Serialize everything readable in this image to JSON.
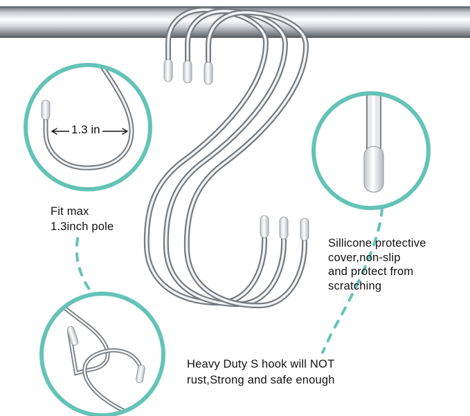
{
  "measurement": {
    "label": "1.3 in"
  },
  "captions": {
    "pole_fit": "Fit max\n1.3inch pole",
    "silicone_cover": "Sillicone protective\ncover,non-slip\nand protect from\nscratching",
    "heavy_duty": "Heavy Duty S hook will NOT\nrust,Strong and safe enough"
  },
  "colors": {
    "accent_teal": "#63c3b6",
    "steel_dark": "#7d8287",
    "steel_light": "#f4f5f6",
    "cap_tip": "#e9ecee"
  }
}
